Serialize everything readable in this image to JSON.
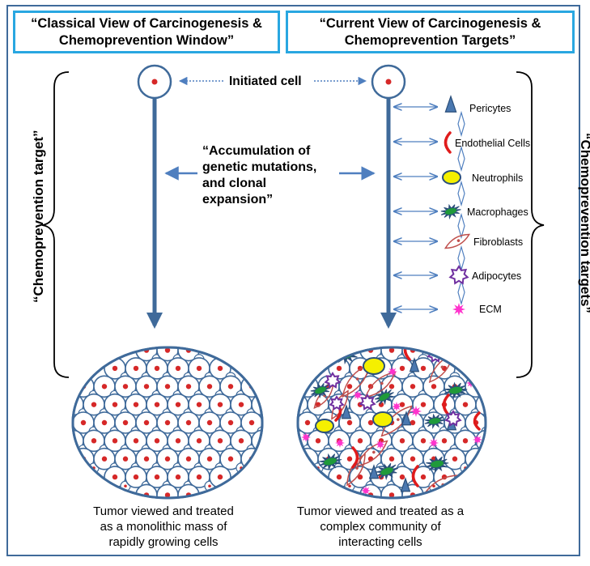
{
  "titles": {
    "left_line1": "“Classical View of Carcinogenesis &",
    "left_line2": "Chemoprevention Window”",
    "right_line1": "“Current View of Carcinogenesis &",
    "right_line2": "Chemoprevention Targets”"
  },
  "labels": {
    "initiated_cell": "Initiated cell",
    "accumulation_line1": "“Accumulation of",
    "accumulation_line2": "genetic mutations,",
    "accumulation_line3": "and clonal",
    "accumulation_line4": "expansion”",
    "left_bracket": "“Chemoprevention target”",
    "right_bracket": "“Chemoprevention targets”"
  },
  "cell_types": [
    {
      "name": "Pericytes",
      "icon": "triangle-icon"
    },
    {
      "name": "Endothelial Cells",
      "icon": "red-arc-icon"
    },
    {
      "name": "Neutrophils",
      "icon": "yellow-oval-icon"
    },
    {
      "name": "Macrophages",
      "icon": "green-star-icon"
    },
    {
      "name": "Fibroblasts",
      "icon": "spindle-icon"
    },
    {
      "name": "Adipocytes",
      "icon": "purple-star-icon"
    },
    {
      "name": "ECM",
      "icon": "magenta-star-icon"
    }
  ],
  "captions": {
    "left_line1": "Tumor viewed and treated",
    "left_line2": "as a monolithic mass of",
    "left_line3": "rapidly growing cells",
    "right_line1": "Tumor viewed and treated as a",
    "right_line2": "complex community of",
    "right_line3": "interacting  cells"
  },
  "colors": {
    "frame": "#3f6a9a",
    "title_border": "#29a7e1",
    "arrow": "#4f7fbf",
    "nucleus": "#d62828",
    "triangle": "#4a78b0",
    "arc": "#e01b1b",
    "neutrophil": "#f5f000",
    "macrophage": "#1f9a3a",
    "fibroblast": "#c0504d",
    "adipocyte": "#7030a0",
    "ecm": "#ff33cc"
  }
}
